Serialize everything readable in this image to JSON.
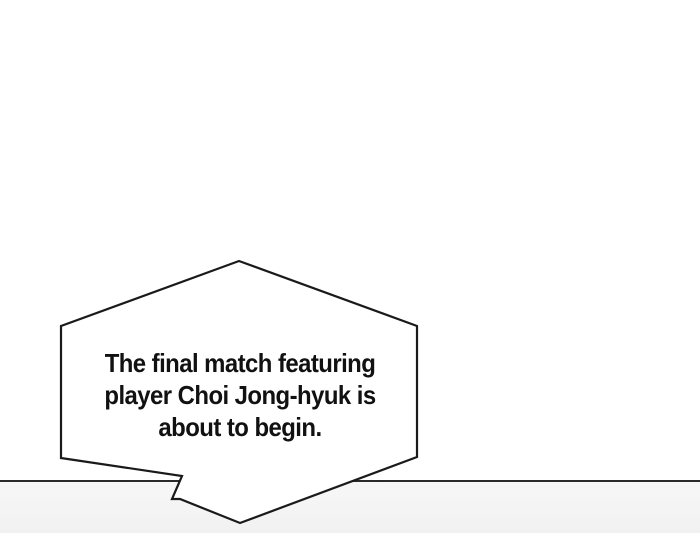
{
  "dialogue": {
    "lines": [
      "The final match featuring",
      "player Choi Jong-hyuk is",
      "about to begin."
    ]
  },
  "colors": {
    "background": "#ffffff",
    "outline": "#1a1a1a",
    "text": "#111111",
    "floor": "#f3f3f3"
  }
}
